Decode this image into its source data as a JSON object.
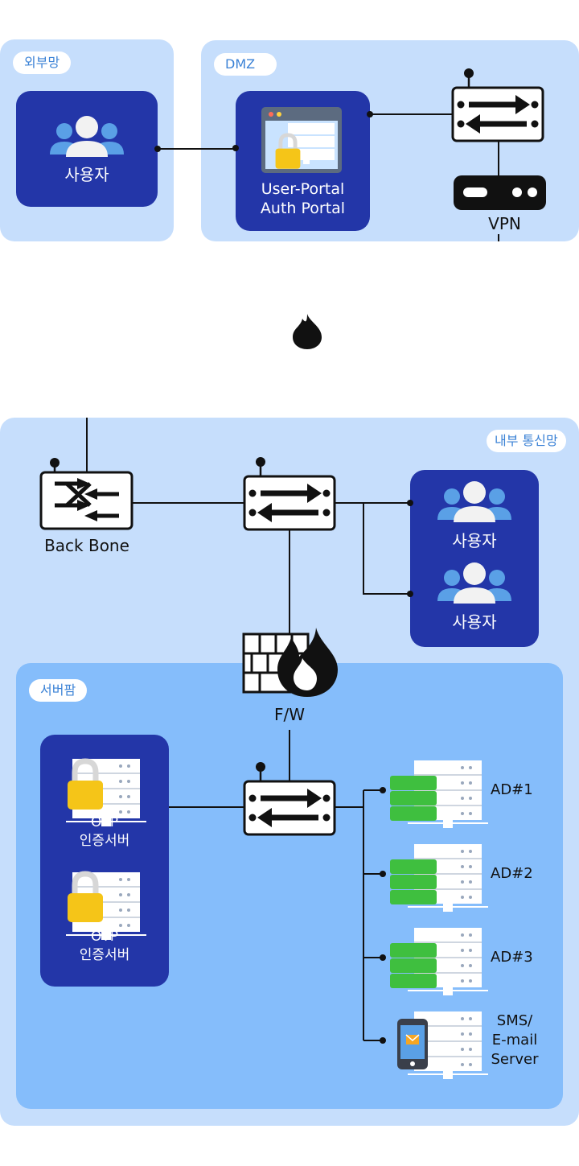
{
  "zones": {
    "external": "외부망",
    "dmz": "DMZ",
    "internal": "내부 통신망",
    "server_farm": "서버팜"
  },
  "nodes": {
    "user_external": "사용자",
    "portal_line1": "User-Portal",
    "portal_line2": "Auth Portal",
    "vpn": "VPN",
    "backbone": "Back Bone",
    "user_internal_1": "사용자",
    "user_internal_2": "사용자",
    "firewall": "F/W",
    "otp_1_line1": "OTP",
    "otp_1_line2": "인증서버",
    "otp_2_line1": "OTP",
    "otp_2_line2": "인증서버",
    "ad1": "AD#1",
    "ad2": "AD#2",
    "ad3": "AD#3",
    "sms_line1": "SMS/",
    "sms_line2": "E-mail",
    "sms_line3": "Server"
  },
  "colors": {
    "zone": "#c6defc",
    "server_farm": "#85bdfb",
    "navy": "#2336a8",
    "tag_text": "#3b82d6",
    "ad_green": "#3fbf3f",
    "lock_yellow": "#f5c518"
  }
}
